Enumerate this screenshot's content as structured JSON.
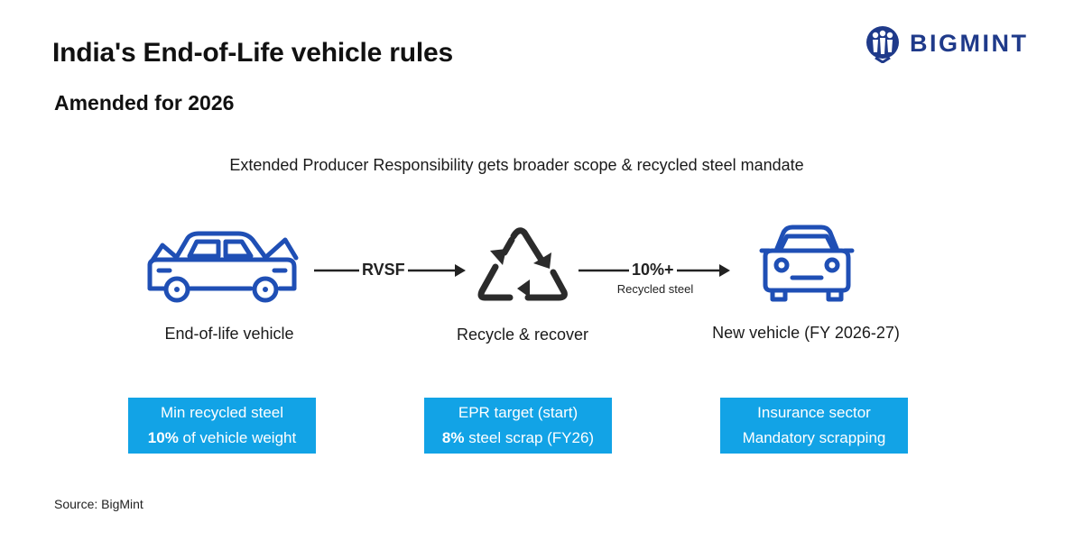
{
  "header": {
    "title": "India's End-of-Life vehicle rules",
    "subtitle": "Amended for 2026",
    "brand": "BIGMINT"
  },
  "tagline": "Extended Producer Responsibility gets broader scope & recycled steel mandate",
  "colors": {
    "icon_blue": "#1f4fb5",
    "box_blue": "#12a3e6",
    "brand_navy": "#1f3a8a"
  },
  "flow": {
    "steps": [
      {
        "icon": "damaged-car-icon",
        "caption": "End-of-life vehicle"
      },
      {
        "icon": "recycle-icon",
        "caption": "Recycle & recover"
      },
      {
        "icon": "new-car-icon",
        "caption": "New vehicle (FY 2026-27)"
      }
    ],
    "arrows": [
      {
        "label": "RVSF",
        "sublabel": ""
      },
      {
        "label": "10%+",
        "sublabel": "Recycled steel"
      }
    ]
  },
  "boxes": [
    {
      "line1": "Min recycled steel",
      "highlight": "10%",
      "line2_rest": " of vehicle weight"
    },
    {
      "line1": "EPR target (start)",
      "highlight": "8%",
      "line2_rest": " steel scrap (FY26)"
    },
    {
      "line1": "Insurance sector",
      "highlight": "",
      "line2_rest": "Mandatory scrapping"
    }
  ],
  "footer": {
    "source": "Source: BigMint"
  }
}
